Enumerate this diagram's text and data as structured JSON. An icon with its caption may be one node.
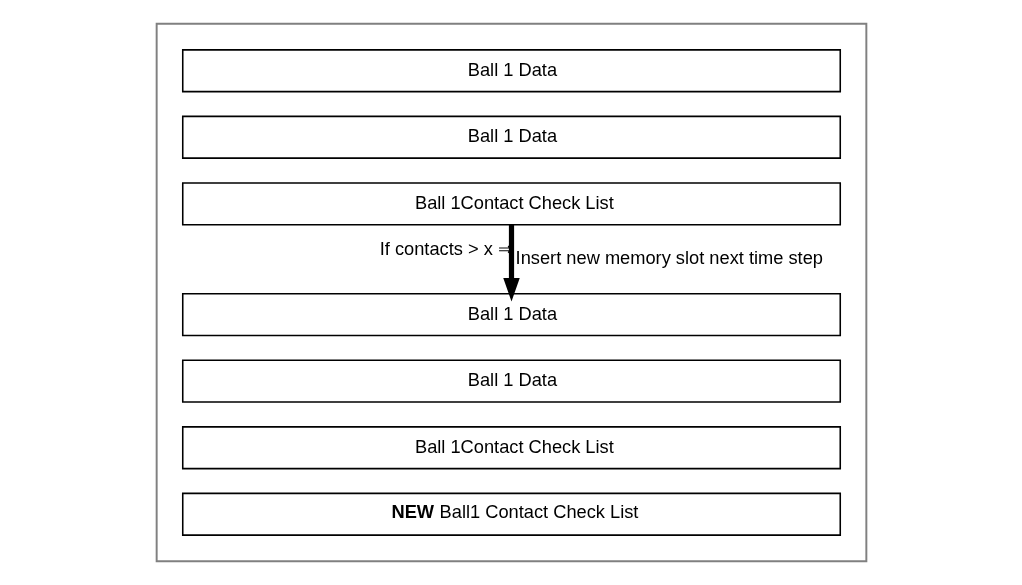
{
  "diagram": {
    "nodes": [
      {
        "text": [],
        "shape": "box"
      },
      {
        "text": [
          "Ball 1 Data"
        ],
        "in": 0
      },
      {
        "text": [
          "Ball 1 Data"
        ],
        "in": 0
      },
      {
        "text": [
          "Ball 1Contact Check List"
        ],
        "in": 0
      },
      {
        "text": [
          "Ball 1 Data"
        ],
        "in": 0
      },
      {
        "text": [
          "Ball 1 Data"
        ],
        "in": 0
      },
      {
        "text": [
          "Ball 1Contact Check List"
        ],
        "in": 0
      },
      {
        "text": [
          "**NEW** Ball1 Contact Check List"
        ],
        "in": 0
      }
    ],
    "edges": [
      {
        "from": 3,
        "to": 4,
        "arrow": "to",
        "label": "Insert new memory slot next time step"
      }
    ],
    "labels": [
      "If contacts > x ⇒"
    ]
  }
}
